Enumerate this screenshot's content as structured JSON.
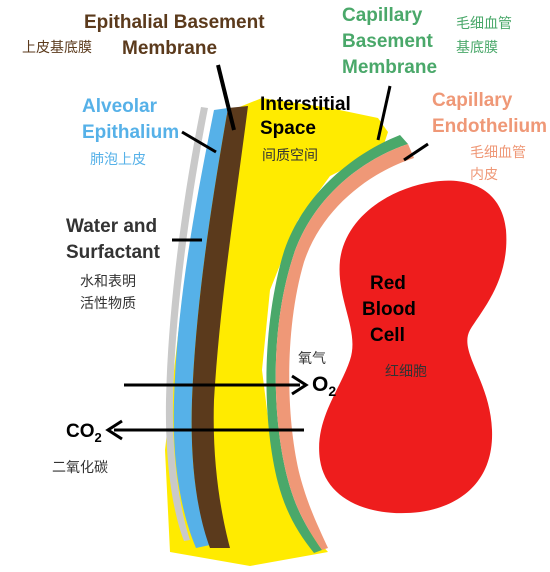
{
  "colors": {
    "interstitial": "#ffeb00",
    "alveolar_epithelium": "#56b1e8",
    "epithelial_basement": "#5b3a1c",
    "capillary_basement": "#4aa86a",
    "capillary_endothelium": "#ef9877",
    "red_blood_cell": "#ee1d1d",
    "surfactant": "#c9c9c9",
    "outline": "#000000"
  },
  "labels": {
    "epithelial_basement": {
      "line1": "Epithalial Basement",
      "line2": "Membrane",
      "zh": "上皮基底膜",
      "color": "#5b3a1c"
    },
    "capillary_basement": {
      "line1": "Capillary",
      "line2": "Basement",
      "line3": "Membrane",
      "zh1": "毛细血管",
      "zh2": "基底膜",
      "color": "#4aa86a"
    },
    "alveolar": {
      "line1": "Alveolar",
      "line2": "Epithalium",
      "zh": "肺泡上皮",
      "color": "#56b1e8"
    },
    "interstitial": {
      "line1": "Interstitial",
      "line2": "Space",
      "zh": "间质空间",
      "color": "#000000"
    },
    "capillary_endothelium": {
      "line1": "Capillary",
      "line2": "Endothelium",
      "zh1": "毛细血管",
      "zh2": "内皮",
      "color": "#ef9877"
    },
    "water": {
      "line1": "Water and",
      "line2": "Surfactant",
      "zh1": "水和表明",
      "zh2": "活性物质",
      "color": "#333333"
    },
    "rbc": {
      "line1": "Red",
      "line2": "Blood",
      "line3": "Cell",
      "zh": "红细胞",
      "color": "#000000"
    },
    "oxygen": {
      "symbol": "O",
      "subscript": "2",
      "zh": "氧气"
    },
    "co2": {
      "symbol": "CO",
      "subscript": "2",
      "zh": "二氧化碳"
    }
  }
}
